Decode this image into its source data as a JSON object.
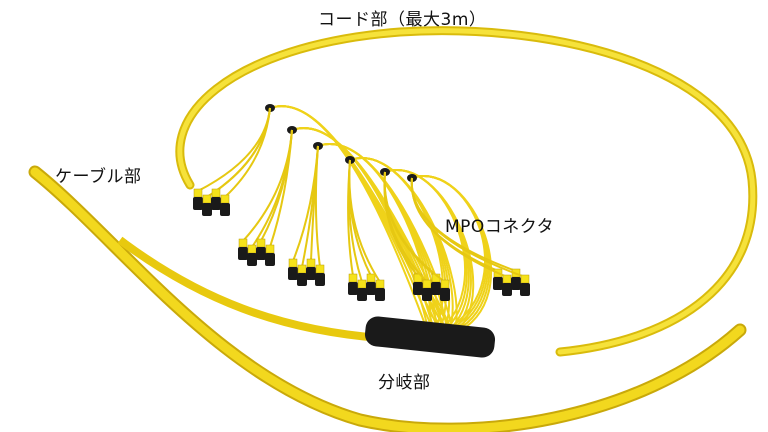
{
  "labels": {
    "cord": "コード部（最大3m）",
    "cable": "ケーブル部",
    "connector": "MPOコネクタ",
    "branch": "分岐部"
  },
  "colors": {
    "cable_yellow": "#f2d81e",
    "cable_shadow": "#c9a90a",
    "connector_black": "#1a1a1a",
    "boot_yellow": "#f5e21a"
  }
}
